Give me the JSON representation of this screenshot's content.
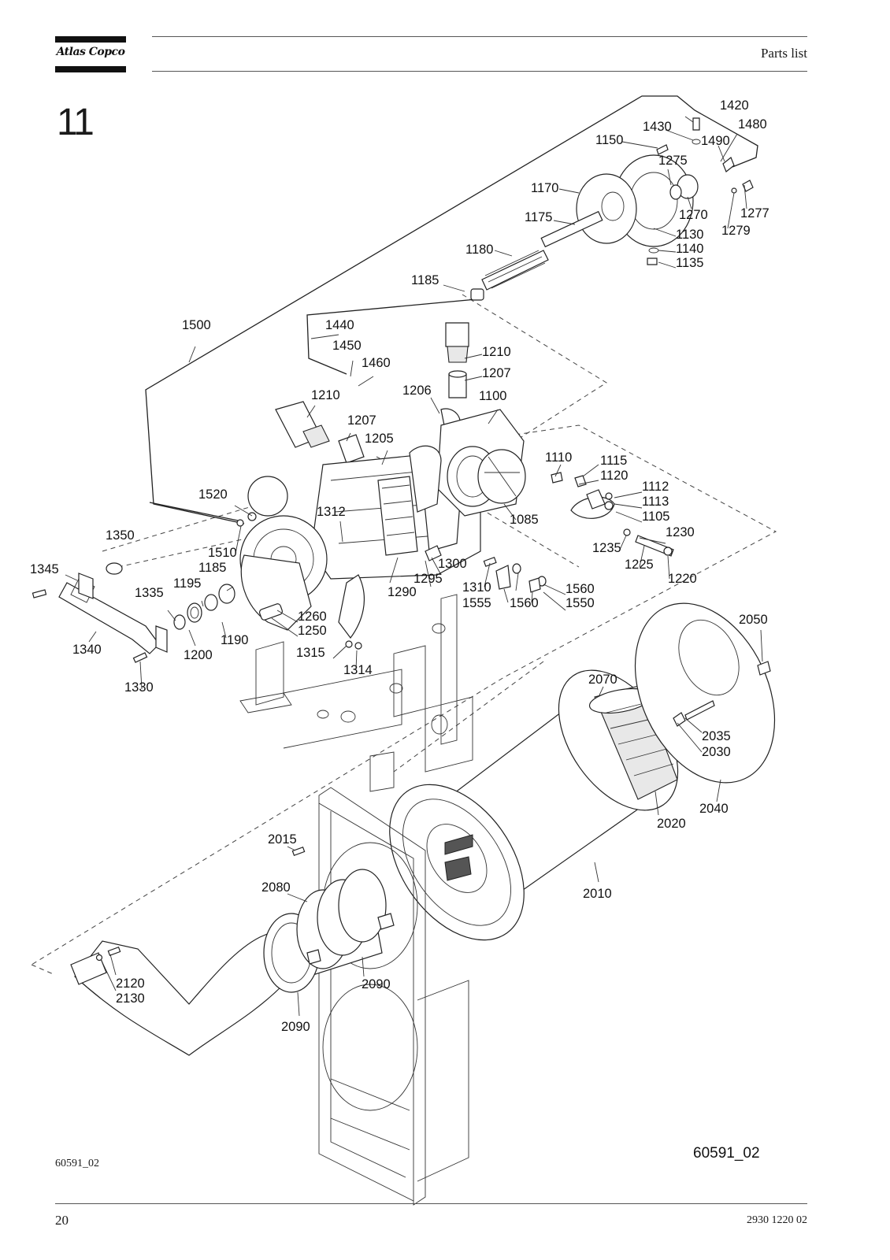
{
  "header": {
    "logo_text": "Atlas Copco",
    "section_title": "Parts list"
  },
  "figure": {
    "section_number": "11",
    "drawing_code_right": "60591_02",
    "drawing_code_left": "60591_02",
    "callouts": [
      {
        "id": "c1420",
        "label": "1420"
      },
      {
        "id": "c1430",
        "label": "1430"
      },
      {
        "id": "c1480",
        "label": "1480"
      },
      {
        "id": "c1490",
        "label": "1490"
      },
      {
        "id": "c1150",
        "label": "1150"
      },
      {
        "id": "c1275",
        "label": "1275"
      },
      {
        "id": "c1170",
        "label": "1170"
      },
      {
        "id": "c1270",
        "label": "1270"
      },
      {
        "id": "c1277",
        "label": "1277"
      },
      {
        "id": "c1279",
        "label": "1279"
      },
      {
        "id": "c1175",
        "label": "1175"
      },
      {
        "id": "c1130",
        "label": "1130"
      },
      {
        "id": "c1140",
        "label": "1140"
      },
      {
        "id": "c1135",
        "label": "1135"
      },
      {
        "id": "c1180",
        "label": "1180"
      },
      {
        "id": "c1185a",
        "label": "1185"
      },
      {
        "id": "c1500",
        "label": "1500"
      },
      {
        "id": "c1440",
        "label": "1440"
      },
      {
        "id": "c1450",
        "label": "1450"
      },
      {
        "id": "c1460",
        "label": "1460"
      },
      {
        "id": "c1210a",
        "label": "1210"
      },
      {
        "id": "c1207a",
        "label": "1207"
      },
      {
        "id": "c1206",
        "label": "1206"
      },
      {
        "id": "c1100",
        "label": "1100"
      },
      {
        "id": "c1210b",
        "label": "1210"
      },
      {
        "id": "c1207b",
        "label": "1207"
      },
      {
        "id": "c1205",
        "label": "1205"
      },
      {
        "id": "c1110",
        "label": "1110"
      },
      {
        "id": "c1115",
        "label": "1115"
      },
      {
        "id": "c1120",
        "label": "1120"
      },
      {
        "id": "c1112",
        "label": "1112"
      },
      {
        "id": "c1113",
        "label": "1113"
      },
      {
        "id": "c1105",
        "label": "1105"
      },
      {
        "id": "c1520",
        "label": "1520"
      },
      {
        "id": "c1312",
        "label": "1312"
      },
      {
        "id": "c1085",
        "label": "1085"
      },
      {
        "id": "c1230",
        "label": "1230"
      },
      {
        "id": "c1350",
        "label": "1350"
      },
      {
        "id": "c1235",
        "label": "1235"
      },
      {
        "id": "c1225",
        "label": "1225"
      },
      {
        "id": "c1510",
        "label": "1510"
      },
      {
        "id": "c1345",
        "label": "1345"
      },
      {
        "id": "c1185b",
        "label": "1185"
      },
      {
        "id": "c1300",
        "label": "1300"
      },
      {
        "id": "c1295",
        "label": "1295"
      },
      {
        "id": "c1220",
        "label": "1220"
      },
      {
        "id": "c1195",
        "label": "1195"
      },
      {
        "id": "c1335",
        "label": "1335"
      },
      {
        "id": "c1310",
        "label": "1310"
      },
      {
        "id": "c1290",
        "label": "1290"
      },
      {
        "id": "c1560a",
        "label": "1560"
      },
      {
        "id": "c1555",
        "label": "1555"
      },
      {
        "id": "c1560b",
        "label": "1560"
      },
      {
        "id": "c1550",
        "label": "1550"
      },
      {
        "id": "c1260",
        "label": "1260"
      },
      {
        "id": "c1250",
        "label": "1250"
      },
      {
        "id": "c1190",
        "label": "1190"
      },
      {
        "id": "c1340",
        "label": "1340"
      },
      {
        "id": "c1200",
        "label": "1200"
      },
      {
        "id": "c1315",
        "label": "1315"
      },
      {
        "id": "c1314",
        "label": "1314"
      },
      {
        "id": "c1330",
        "label": "1330"
      },
      {
        "id": "c2050",
        "label": "2050"
      },
      {
        "id": "c2070",
        "label": "2070"
      },
      {
        "id": "c2035",
        "label": "2035"
      },
      {
        "id": "c2030",
        "label": "2030"
      },
      {
        "id": "c2040",
        "label": "2040"
      },
      {
        "id": "c2020",
        "label": "2020"
      },
      {
        "id": "c2015",
        "label": "2015"
      },
      {
        "id": "c2080",
        "label": "2080"
      },
      {
        "id": "c2010",
        "label": "2010"
      },
      {
        "id": "c2120",
        "label": "2120"
      },
      {
        "id": "c2130",
        "label": "2130"
      },
      {
        "id": "c2090a",
        "label": "2090"
      },
      {
        "id": "c2090b",
        "label": "2090"
      }
    ]
  },
  "footer": {
    "page_number": "20",
    "document_number": "2930 1220 02"
  }
}
